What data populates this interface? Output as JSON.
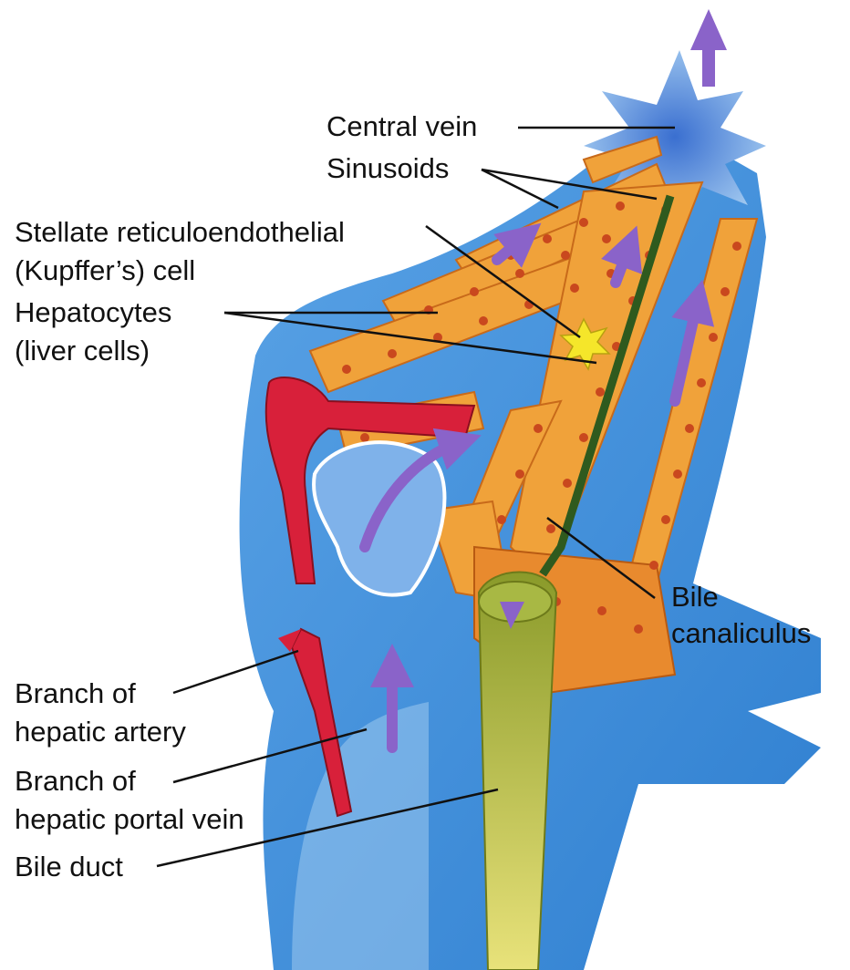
{
  "labels": {
    "central_vein": "Central vein",
    "sinusoids": "Sinusoids",
    "stellate_line1": "Stellate reticuloendothelial",
    "stellate_line2": "(Kupffer’s) cell",
    "hepatocytes_line1": "Hepatocytes",
    "hepatocytes_line2": "(liver cells)",
    "bile_canaliculus_line1": "Bile",
    "bile_canaliculus_line2": "canaliculus",
    "hepatic_artery_line1": "Branch of",
    "hepatic_artery_line2": "hepatic artery",
    "portal_vein_line1": "Branch of",
    "portal_vein_line2": "hepatic portal vein",
    "bile_duct": "Bile duct"
  },
  "colors": {
    "blood_blue": "#3f8fd8",
    "light_blue": "#9cc8ef",
    "hepatocyte_orange": "#f0a23a",
    "nucleus_red": "#c9481e",
    "artery_red": "#d8203a",
    "bile_green": "#b5b84a",
    "arrow_purple": "#8a63c9",
    "kupffer_yellow": "#f5e62a"
  },
  "icons": [
    "blood-flow-arrow-icon",
    "kupffer-cell-star-icon"
  ]
}
